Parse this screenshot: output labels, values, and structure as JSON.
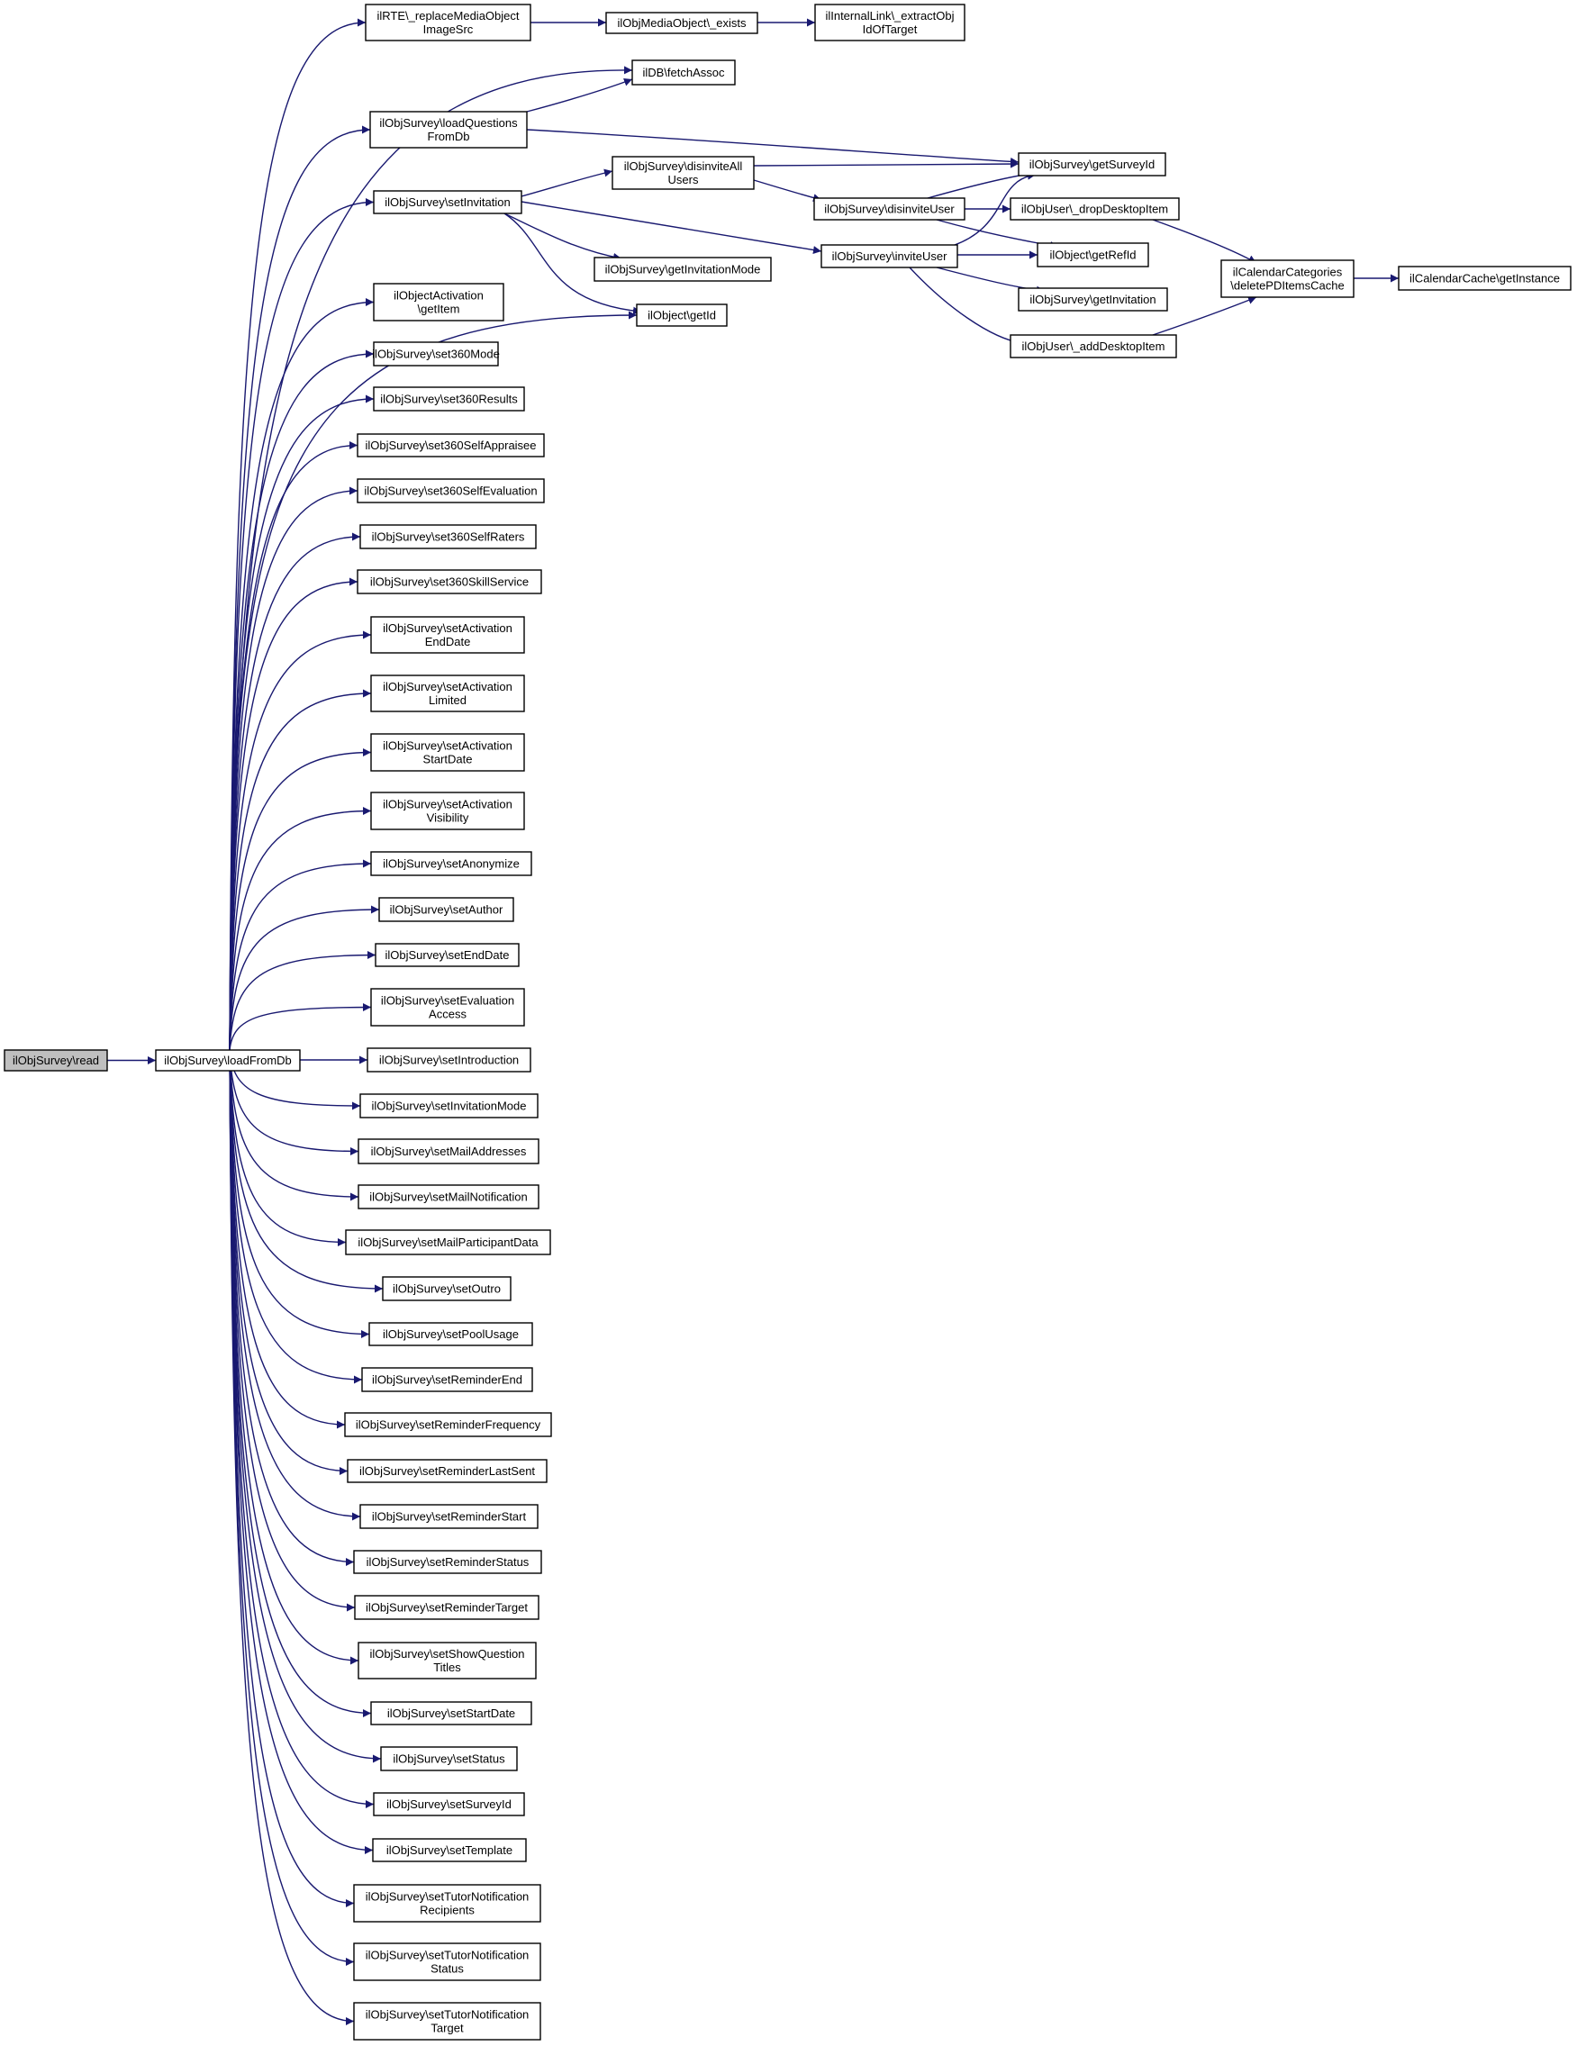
{
  "colors": {
    "edge": "#191970",
    "node_border": "#000000",
    "node_fill": "#ffffff",
    "root_fill": "#bfbfbf",
    "background": "#ffffff"
  },
  "nodes": [
    {
      "id": "read",
      "lines": [
        "ilObjSurvey\\read"
      ],
      "root": true
    },
    {
      "id": "loadFromDb",
      "lines": [
        "ilObjSurvey\\loadFromDb"
      ]
    },
    {
      "id": "replaceMedia",
      "lines": [
        "ilRTE\\_replaceMediaObject",
        "ImageSrc"
      ]
    },
    {
      "id": "mediaExists",
      "lines": [
        "ilObjMediaObject\\_exists"
      ]
    },
    {
      "id": "extractObj",
      "lines": [
        "ilInternalLink\\_extractObj",
        "IdOfTarget"
      ]
    },
    {
      "id": "fetchAssoc",
      "lines": [
        "ilDB\\fetchAssoc"
      ]
    },
    {
      "id": "loadQuestions",
      "lines": [
        "ilObjSurvey\\loadQuestions",
        "FromDb"
      ]
    },
    {
      "id": "getSurveyId",
      "lines": [
        "ilObjSurvey\\getSurveyId"
      ]
    },
    {
      "id": "setInvitation",
      "lines": [
        "ilObjSurvey\\setInvitation"
      ]
    },
    {
      "id": "disinviteAll",
      "lines": [
        "ilObjSurvey\\disinviteAll",
        "Users"
      ]
    },
    {
      "id": "disinviteUser",
      "lines": [
        "ilObjSurvey\\disinviteUser"
      ]
    },
    {
      "id": "dropDesktop",
      "lines": [
        "ilObjUser\\_dropDesktopItem"
      ]
    },
    {
      "id": "getRefId",
      "lines": [
        "ilObject\\getRefId"
      ]
    },
    {
      "id": "inviteUser",
      "lines": [
        "ilObjSurvey\\inviteUser"
      ]
    },
    {
      "id": "getInvitationMode",
      "lines": [
        "ilObjSurvey\\getInvitationMode"
      ]
    },
    {
      "id": "getInvitation",
      "lines": [
        "ilObjSurvey\\getInvitation"
      ]
    },
    {
      "id": "getId",
      "lines": [
        "ilObject\\getId"
      ]
    },
    {
      "id": "addDesktop",
      "lines": [
        "ilObjUser\\_addDesktopItem"
      ]
    },
    {
      "id": "calCats",
      "lines": [
        "ilCalendarCategories",
        "\\deletePDItemsCache"
      ]
    },
    {
      "id": "calCache",
      "lines": [
        "ilCalendarCache\\getInstance"
      ]
    },
    {
      "id": "activationGetItem",
      "lines": [
        "ilObjectActivation",
        "\\getItem"
      ]
    },
    {
      "id": "set360Mode",
      "lines": [
        "ilObjSurvey\\set360Mode"
      ]
    },
    {
      "id": "set360Results",
      "lines": [
        "ilObjSurvey\\set360Results"
      ]
    },
    {
      "id": "set360SelfAppraisee",
      "lines": [
        "ilObjSurvey\\set360SelfAppraisee"
      ]
    },
    {
      "id": "set360SelfEvaluation",
      "lines": [
        "ilObjSurvey\\set360SelfEvaluation"
      ]
    },
    {
      "id": "set360SelfRaters",
      "lines": [
        "ilObjSurvey\\set360SelfRaters"
      ]
    },
    {
      "id": "set360SkillService",
      "lines": [
        "ilObjSurvey\\set360SkillService"
      ]
    },
    {
      "id": "setActivationEndDate",
      "lines": [
        "ilObjSurvey\\setActivation",
        "EndDate"
      ]
    },
    {
      "id": "setActivationLimited",
      "lines": [
        "ilObjSurvey\\setActivation",
        "Limited"
      ]
    },
    {
      "id": "setActivationStartDate",
      "lines": [
        "ilObjSurvey\\setActivation",
        "StartDate"
      ]
    },
    {
      "id": "setActivationVisibility",
      "lines": [
        "ilObjSurvey\\setActivation",
        "Visibility"
      ]
    },
    {
      "id": "setAnonymize",
      "lines": [
        "ilObjSurvey\\setAnonymize"
      ]
    },
    {
      "id": "setAuthor",
      "lines": [
        "ilObjSurvey\\setAuthor"
      ]
    },
    {
      "id": "setEndDate",
      "lines": [
        "ilObjSurvey\\setEndDate"
      ]
    },
    {
      "id": "setEvaluationAccess",
      "lines": [
        "ilObjSurvey\\setEvaluation",
        "Access"
      ]
    },
    {
      "id": "setIntroduction",
      "lines": [
        "ilObjSurvey\\setIntroduction"
      ]
    },
    {
      "id": "setInvitationMode",
      "lines": [
        "ilObjSurvey\\setInvitationMode"
      ]
    },
    {
      "id": "setMailAddresses",
      "lines": [
        "ilObjSurvey\\setMailAddresses"
      ]
    },
    {
      "id": "setMailNotification",
      "lines": [
        "ilObjSurvey\\setMailNotification"
      ]
    },
    {
      "id": "setMailParticipantData",
      "lines": [
        "ilObjSurvey\\setMailParticipantData"
      ]
    },
    {
      "id": "setOutro",
      "lines": [
        "ilObjSurvey\\setOutro"
      ]
    },
    {
      "id": "setPoolUsage",
      "lines": [
        "ilObjSurvey\\setPoolUsage"
      ]
    },
    {
      "id": "setReminderEnd",
      "lines": [
        "ilObjSurvey\\setReminderEnd"
      ]
    },
    {
      "id": "setReminderFrequency",
      "lines": [
        "ilObjSurvey\\setReminderFrequency"
      ]
    },
    {
      "id": "setReminderLastSent",
      "lines": [
        "ilObjSurvey\\setReminderLastSent"
      ]
    },
    {
      "id": "setReminderStart",
      "lines": [
        "ilObjSurvey\\setReminderStart"
      ]
    },
    {
      "id": "setReminderStatus",
      "lines": [
        "ilObjSurvey\\setReminderStatus"
      ]
    },
    {
      "id": "setReminderTarget",
      "lines": [
        "ilObjSurvey\\setReminderTarget"
      ]
    },
    {
      "id": "setShowQuestionTitles",
      "lines": [
        "ilObjSurvey\\setShowQuestion",
        "Titles"
      ]
    },
    {
      "id": "setStartDate",
      "lines": [
        "ilObjSurvey\\setStartDate"
      ]
    },
    {
      "id": "setStatus",
      "lines": [
        "ilObjSurvey\\setStatus"
      ]
    },
    {
      "id": "setSurveyId",
      "lines": [
        "ilObjSurvey\\setSurveyId"
      ]
    },
    {
      "id": "setTemplate",
      "lines": [
        "ilObjSurvey\\setTemplate"
      ]
    },
    {
      "id": "setTutorNotificationRecipients",
      "lines": [
        "ilObjSurvey\\setTutorNotification",
        "Recipients"
      ]
    },
    {
      "id": "setTutorNotificationStatus",
      "lines": [
        "ilObjSurvey\\setTutorNotification",
        "Status"
      ]
    },
    {
      "id": "setTutorNotificationTarget",
      "lines": [
        "ilObjSurvey\\setTutorNotification",
        "Target"
      ]
    }
  ],
  "edges": [
    [
      "read",
      "loadFromDb"
    ],
    [
      "loadFromDb",
      "replaceMedia"
    ],
    [
      "loadFromDb",
      "fetchAssoc"
    ],
    [
      "loadFromDb",
      "loadQuestions"
    ],
    [
      "loadFromDb",
      "setInvitation"
    ],
    [
      "loadFromDb",
      "getId"
    ],
    [
      "loadFromDb",
      "activationGetItem"
    ],
    [
      "loadFromDb",
      "set360Mode"
    ],
    [
      "loadFromDb",
      "set360Results"
    ],
    [
      "loadFromDb",
      "set360SelfAppraisee"
    ],
    [
      "loadFromDb",
      "set360SelfEvaluation"
    ],
    [
      "loadFromDb",
      "set360SelfRaters"
    ],
    [
      "loadFromDb",
      "set360SkillService"
    ],
    [
      "loadFromDb",
      "setActivationEndDate"
    ],
    [
      "loadFromDb",
      "setActivationLimited"
    ],
    [
      "loadFromDb",
      "setActivationStartDate"
    ],
    [
      "loadFromDb",
      "setActivationVisibility"
    ],
    [
      "loadFromDb",
      "setAnonymize"
    ],
    [
      "loadFromDb",
      "setAuthor"
    ],
    [
      "loadFromDb",
      "setEndDate"
    ],
    [
      "loadFromDb",
      "setEvaluationAccess"
    ],
    [
      "loadFromDb",
      "setIntroduction"
    ],
    [
      "loadFromDb",
      "setInvitationMode"
    ],
    [
      "loadFromDb",
      "setMailAddresses"
    ],
    [
      "loadFromDb",
      "setMailNotification"
    ],
    [
      "loadFromDb",
      "setMailParticipantData"
    ],
    [
      "loadFromDb",
      "setOutro"
    ],
    [
      "loadFromDb",
      "setPoolUsage"
    ],
    [
      "loadFromDb",
      "setReminderEnd"
    ],
    [
      "loadFromDb",
      "setReminderFrequency"
    ],
    [
      "loadFromDb",
      "setReminderLastSent"
    ],
    [
      "loadFromDb",
      "setReminderStart"
    ],
    [
      "loadFromDb",
      "setReminderStatus"
    ],
    [
      "loadFromDb",
      "setReminderTarget"
    ],
    [
      "loadFromDb",
      "setShowQuestionTitles"
    ],
    [
      "loadFromDb",
      "setStartDate"
    ],
    [
      "loadFromDb",
      "setStatus"
    ],
    [
      "loadFromDb",
      "setSurveyId"
    ],
    [
      "loadFromDb",
      "setTemplate"
    ],
    [
      "loadFromDb",
      "setTutorNotificationRecipients"
    ],
    [
      "loadFromDb",
      "setTutorNotificationStatus"
    ],
    [
      "loadFromDb",
      "setTutorNotificationTarget"
    ],
    [
      "replaceMedia",
      "mediaExists"
    ],
    [
      "mediaExists",
      "extractObj"
    ],
    [
      "loadQuestions",
      "fetchAssoc"
    ],
    [
      "loadQuestions",
      "getSurveyId"
    ],
    [
      "setInvitation",
      "disinviteAll"
    ],
    [
      "setInvitation",
      "inviteUser"
    ],
    [
      "setInvitation",
      "getInvitationMode"
    ],
    [
      "setInvitation",
      "getId"
    ],
    [
      "disinviteAll",
      "getSurveyId"
    ],
    [
      "disinviteAll",
      "disinviteUser"
    ],
    [
      "disinviteUser",
      "getSurveyId"
    ],
    [
      "disinviteUser",
      "dropDesktop"
    ],
    [
      "disinviteUser",
      "getRefId"
    ],
    [
      "inviteUser",
      "getSurveyId"
    ],
    [
      "inviteUser",
      "getRefId"
    ],
    [
      "inviteUser",
      "getInvitation"
    ],
    [
      "inviteUser",
      "addDesktop"
    ],
    [
      "dropDesktop",
      "calCats"
    ],
    [
      "addDesktop",
      "calCats"
    ],
    [
      "calCats",
      "calCache"
    ]
  ]
}
